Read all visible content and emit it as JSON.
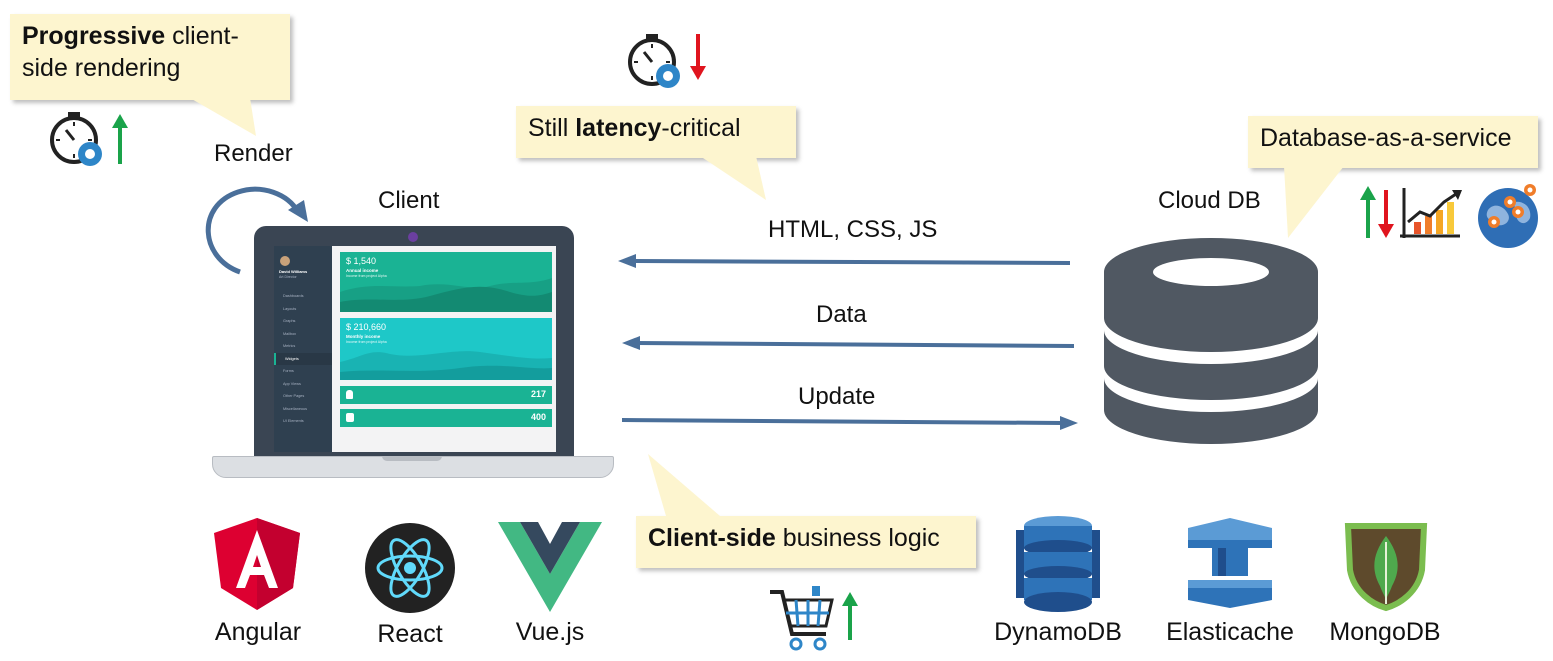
{
  "callouts": {
    "progressive": {
      "bold": "Progressive",
      "rest": " client-side rendering"
    },
    "latency": {
      "prefix": "Still ",
      "bold": "latency",
      "rest": "-critical"
    },
    "dbaas": {
      "text": "Database-as-a-service"
    },
    "business": {
      "bold": "Client-side",
      "rest": " business logic"
    }
  },
  "labels": {
    "render": "Render",
    "client": "Client",
    "cloud_db": "Cloud DB"
  },
  "arrows": {
    "html": "HTML, CSS, JS",
    "data": "Data",
    "update": "Update"
  },
  "dashboard": {
    "user_name": "David Williams",
    "user_role": "Art Director",
    "menu": [
      "Dashboards",
      "Layouts",
      "Graphs",
      "Mailbox",
      "Metrics",
      "Widgets",
      "Forms",
      "App Views",
      "Other Pages",
      "Miscellaneous",
      "UI Elements"
    ],
    "card1_value": "$ 1,540",
    "card1_title": "Annual income",
    "card1_sub": "Income from project Alpha",
    "card2_value": "$ 210,660",
    "card2_title": "Monthly income",
    "card2_sub": "Income from project Alpha",
    "stat1": "217",
    "stat2": "400",
    "colors": {
      "teal": "#1ab394",
      "cyan": "#1ec8c8",
      "sidebar": "#2f4050"
    }
  },
  "frameworks": [
    {
      "name": "Angular",
      "icon": "angular-logo-icon",
      "color": "#dd0031"
    },
    {
      "name": "React",
      "icon": "react-logo-icon",
      "color": "#61dafb"
    },
    {
      "name": "Vue.js",
      "icon": "vue-logo-icon",
      "color": "#42b883"
    }
  ],
  "databases": [
    {
      "name": "DynamoDB",
      "icon": "dynamodb-logo-icon",
      "color": "#2e73b8"
    },
    {
      "name": "Elasticache",
      "icon": "elasticache-logo-icon",
      "color": "#2e73b8"
    },
    {
      "name": "MongoDB",
      "icon": "mongodb-logo-icon",
      "color": "#4fa94d"
    }
  ],
  "colors": {
    "arrow": "#4a6f9a",
    "up_arrow": "#1aa34a",
    "down_arrow": "#e0141e",
    "callout_bg": "#fdf5cf",
    "db_gray": "#505862"
  }
}
